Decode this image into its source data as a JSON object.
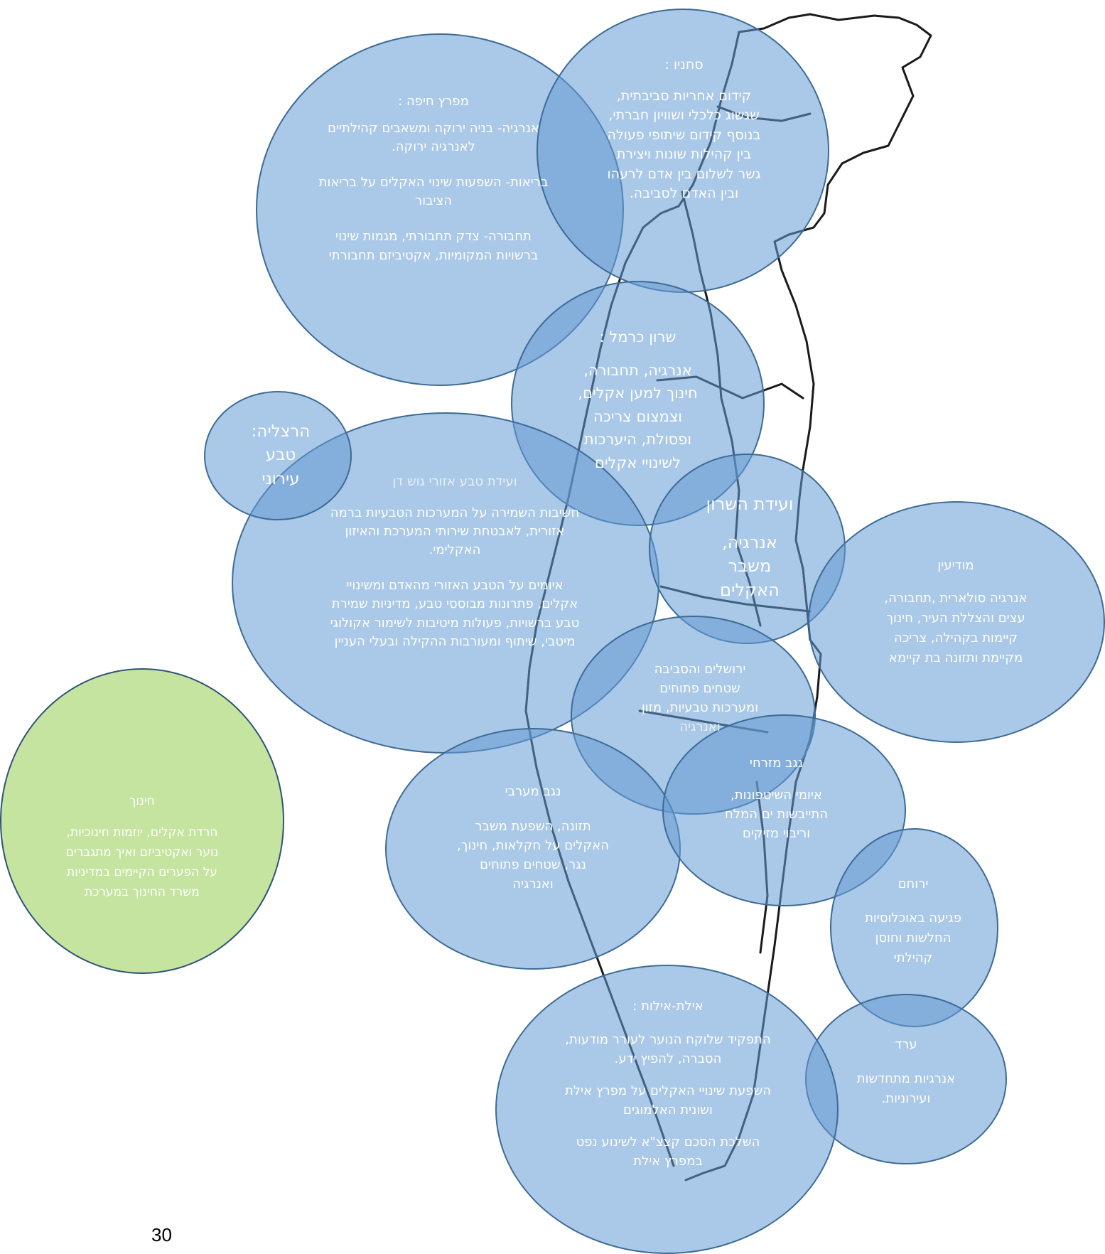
{
  "colors": {
    "bubble_fill": "rgba(100,155,212,0.55)",
    "bubble_border": "#3d6b95",
    "education_fill": "#c5e4a0",
    "text": "#ffffff",
    "map_lines": "#1a1a1a"
  },
  "regions": {
    "sakhnin": {
      "title": "סחניו :",
      "lines": [
        "קידום אחריות סביבתית,",
        "שגשוג כלכלי ושוויון חברתי,",
        "בנוסף קידום שיתופי פעולה",
        "בין קהילות שונות ויצירת",
        "גשר לשלום בין אדם לרעהו",
        "ובין האדם לסביבה."
      ]
    },
    "haifa_bay": {
      "title": "מפרץ חיפה :",
      "p1": "אנרגיה- בניה ירוקה ומשאבים קהילתיים לאנרגיה ירוקה.",
      "p2": "בריאות- השפעות שינוי האקלים על בריאות הציבור",
      "p3": "תחבורה- צדק תחבורתי, מגמות שינוי ברשויות המקומיות, אקטיביזם תחבורתי"
    },
    "sharon_carmel": {
      "title": "שרון כרמל :",
      "lines": [
        "אנרגיה, תחבורה,",
        "חינוך למען אקלים,",
        "וצמצום צריכה",
        "ופסולת, היערכות",
        "לשינויי אקלים"
      ]
    },
    "herzliya": {
      "lines": [
        "הרצליה:",
        "טבע",
        "עירוני"
      ]
    },
    "gush_dan": {
      "title": "ועידת טבע אזורי גוש דן",
      "p1": "חשיבות השמירה על המערכות הטבעיות ברמה אזורית, לאבטחת שירותי המערכת והאיזון האקלימי.",
      "p2": "איומים על הטבע האזורי מהאדם ומשינויי אקלים, פתרונות מבוססי טבע, מדיניות שמירת טבע ברשויות, פעולות מיטיבות לשימור אקולוגי מיטבי, שיתוף ומעורבות ההקילה ובעלי העניין"
    },
    "sharon_conf": {
      "title": "ועידת השרון",
      "lines": [
        "אנרגיה,",
        "משבר",
        "האקלים"
      ]
    },
    "modiin": {
      "title": "מודיעין",
      "lines": [
        "אנרגיה סולארית ,תחבורה,",
        "עצים והצללת העיר, חינוך",
        "קיימות בקהילה, צריכה",
        "מקיימת ותזונה בת קיימא"
      ]
    },
    "jerusalem": {
      "title": "ירושלים והסביבה",
      "lines": [
        "שטחים פתוחים",
        "ומערכות טבעיות, מזון",
        "ואנרגיה"
      ]
    },
    "east_negev": {
      "title": "נגב מזרחי",
      "lines": [
        "איומי השיטפונות,",
        "התייבשות ים המלח",
        "וריבוי מזיקים"
      ]
    },
    "west_negev": {
      "title": "נגב מערבי",
      "lines": [
        "תזונה, השפעת משבר",
        "האקלים על חקלאות, חינוך,",
        "נגר, שטחים פתוחים",
        "ואנרגיה"
      ]
    },
    "education": {
      "title": "חינוך",
      "lines": [
        "חרדת אקלים, יוזמות חינוכיות,",
        "נוער ואקטיביזם ואיך מתגברים",
        "על הפערים הקיימים במדיניות",
        "משרד החינוך במערכת"
      ]
    },
    "yeruham": {
      "title": "ירוחם",
      "lines": [
        "פגיעה באוכלוסיות",
        "החלשות וחוסן",
        "קהילתי"
      ]
    },
    "arad": {
      "title": "ערד",
      "lines": [
        "אנרגיות מתחדשות",
        "ועירוניות."
      ]
    },
    "eilat": {
      "title": "אילת-אילות :",
      "p1": "התפקיד שלוקח הנוער לעורר מודעות, הסברה, להפיץ ידע.",
      "p2": "השפעת שינויי האקלים על מפרץ אילת ושונית האלמוגים",
      "p3": "השלכת הסכם קצצ\"א לשינוע נפט במפרץ אילת"
    }
  },
  "page_number": "30"
}
